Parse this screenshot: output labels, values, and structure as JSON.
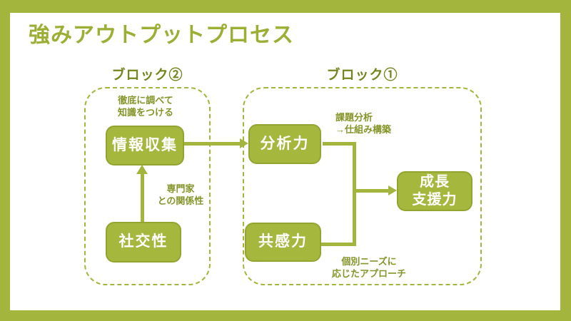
{
  "title": "強みアウトプットプロセス",
  "blocks": {
    "b2": {
      "label": "ブロック②"
    },
    "b1": {
      "label": "ブロック①"
    }
  },
  "nodes": {
    "info": "情報収集",
    "social": "社交性",
    "analysis": "分析力",
    "empathy": "共感力",
    "growth": [
      "成長",
      "支援力"
    ]
  },
  "annotations": {
    "research": [
      "徹底に調べて",
      "知識をつける"
    ],
    "expert": [
      "専門家",
      "との関係性"
    ],
    "task": [
      "課題分析",
      "→仕組み構築"
    ],
    "needs": [
      "個別ニーズに",
      "応じたアプローチ"
    ]
  },
  "colors": {
    "accent": "#a3b53c",
    "canvas-bg": "#ffffff",
    "box-fill": "#a5b73d",
    "box-border": "#93a531",
    "node-text": "#ffffff",
    "title-text": "#9cae33",
    "label-text": "#75851f",
    "annotation-text": "#85952a"
  }
}
